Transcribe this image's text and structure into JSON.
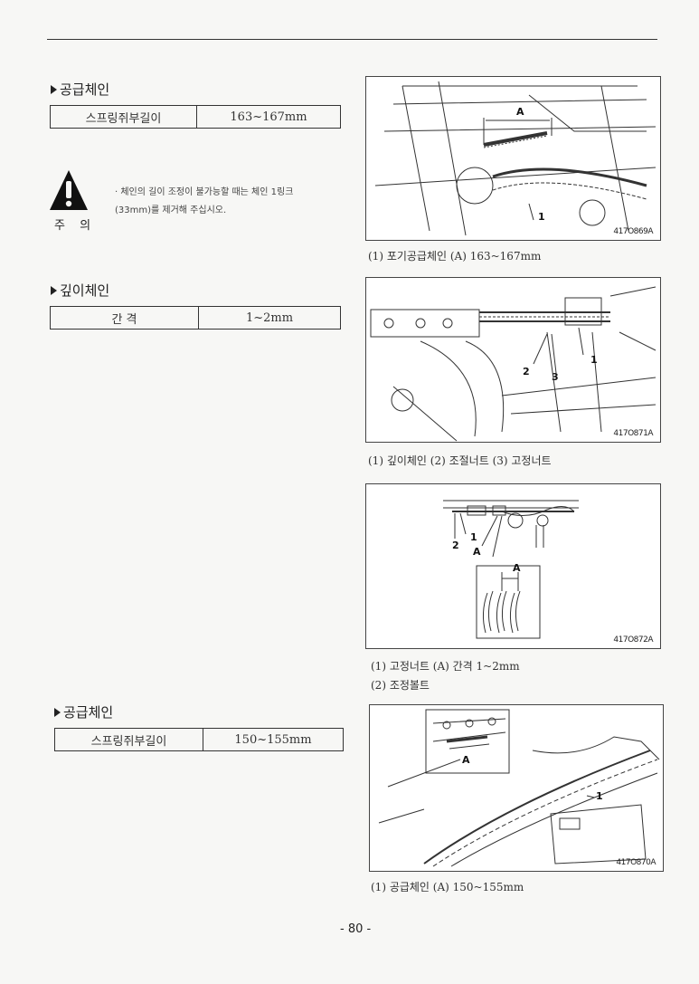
{
  "section1": {
    "heading": "공급체인",
    "label": "스프링쥐부길이",
    "value": "163~167mm"
  },
  "caution": {
    "label": "주 의",
    "line1": "· 체인의 길이 조정이 불가능할 때는 체인 1링크",
    "line2": "(33mm)를 제거해 주십시오."
  },
  "section2": {
    "heading": "깊이체인",
    "label": "간 격",
    "value": "1~2mm"
  },
  "section3": {
    "heading": "공급체인",
    "label": "스프링쥐부길이",
    "value": "150~155mm"
  },
  "fig1": {
    "code": "417O869A",
    "callout_a": "A",
    "callout_1": "1",
    "caption": "(1) 포기공급체인    (A) 163~167mm"
  },
  "fig2": {
    "code": "417O871A",
    "callout_1": "1",
    "callout_2": "2",
    "callout_3": "3",
    "caption": "(1) 깊이체인 (2) 조절너트 (3) 고정너트"
  },
  "fig3": {
    "code": "417O872A",
    "callout_1": "1",
    "callout_2": "2",
    "callout_a1": "A",
    "callout_a2": "A",
    "caption1": "(1)    고정너트      (A)    간격 1~2mm",
    "caption2": "(2)    조정볼트"
  },
  "fig4": {
    "code": "417O870A",
    "callout_a": "A",
    "callout_1": "1",
    "caption": "(1) 공급체인 (A) 150~155mm"
  },
  "page_number": "- 80 -"
}
